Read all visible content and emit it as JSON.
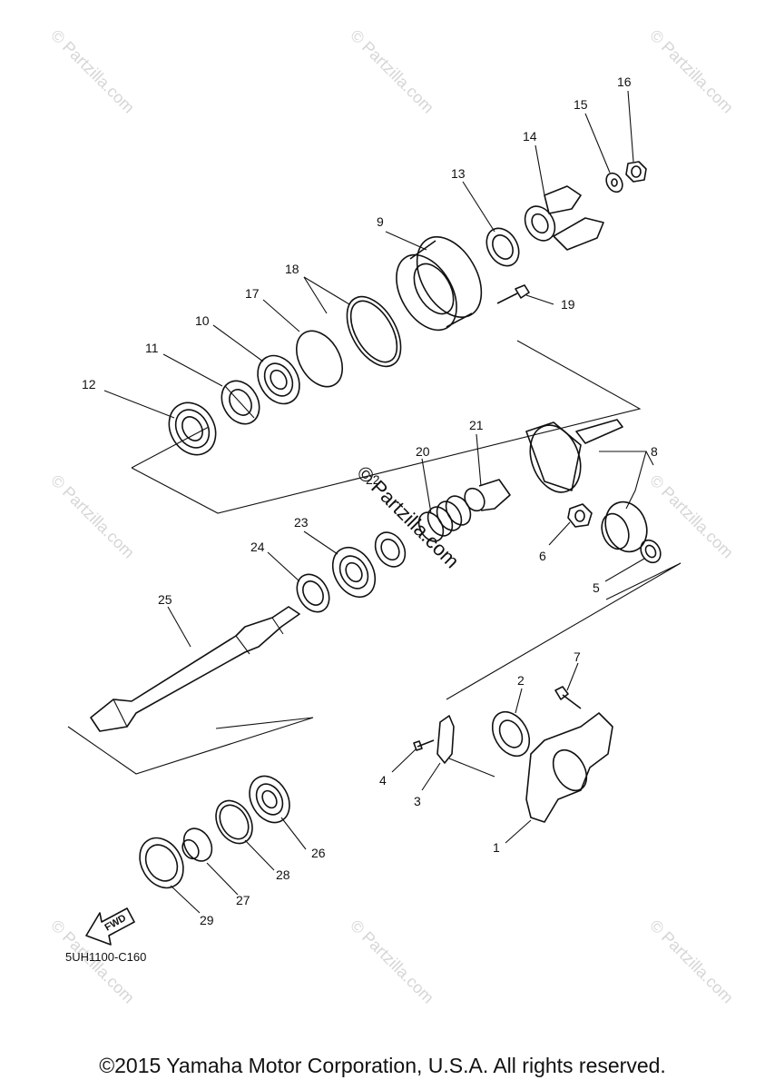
{
  "diagram": {
    "code": "5UH1100-C160",
    "fwd_label": "FWD",
    "watermark": "© Partzilla.com",
    "center_watermark": "© Partzilla.com",
    "copyright": "©2015 Yamaha Motor Corporation, U.S.A. All rights reserved.",
    "callouts": [
      "1",
      "2",
      "3",
      "4",
      "5",
      "6",
      "7",
      "8",
      "9",
      "10",
      "11",
      "12",
      "13",
      "14",
      "15",
      "16",
      "17",
      "18",
      "19",
      "20",
      "21",
      "22",
      "23",
      "24",
      "25",
      "26",
      "27",
      "28",
      "29"
    ]
  }
}
